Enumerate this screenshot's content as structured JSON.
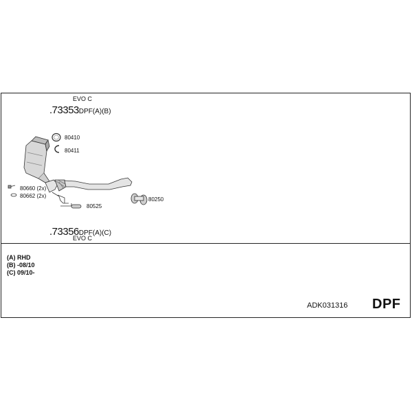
{
  "variant_top": {
    "note": "EVO C",
    "part_prefix": ".",
    "part_number": "73353",
    "part_suffix": "DPF(A)(B)"
  },
  "variant_bottom": {
    "note": "EVO C",
    "part_prefix": ".",
    "part_number": "73356",
    "part_suffix": "DPF(A)(C)"
  },
  "components": {
    "p80410": "80410",
    "p80411": "80411",
    "p80660": "80660 (2x)",
    "p80662": "80662 (2x)",
    "p80525": "80525",
    "p80250": "80250"
  },
  "notes": [
    "(A) RHD",
    "(B) -08/10",
    "(C) 09/10-"
  ],
  "kit_code": "ADK031316",
  "category": "DPF"
}
